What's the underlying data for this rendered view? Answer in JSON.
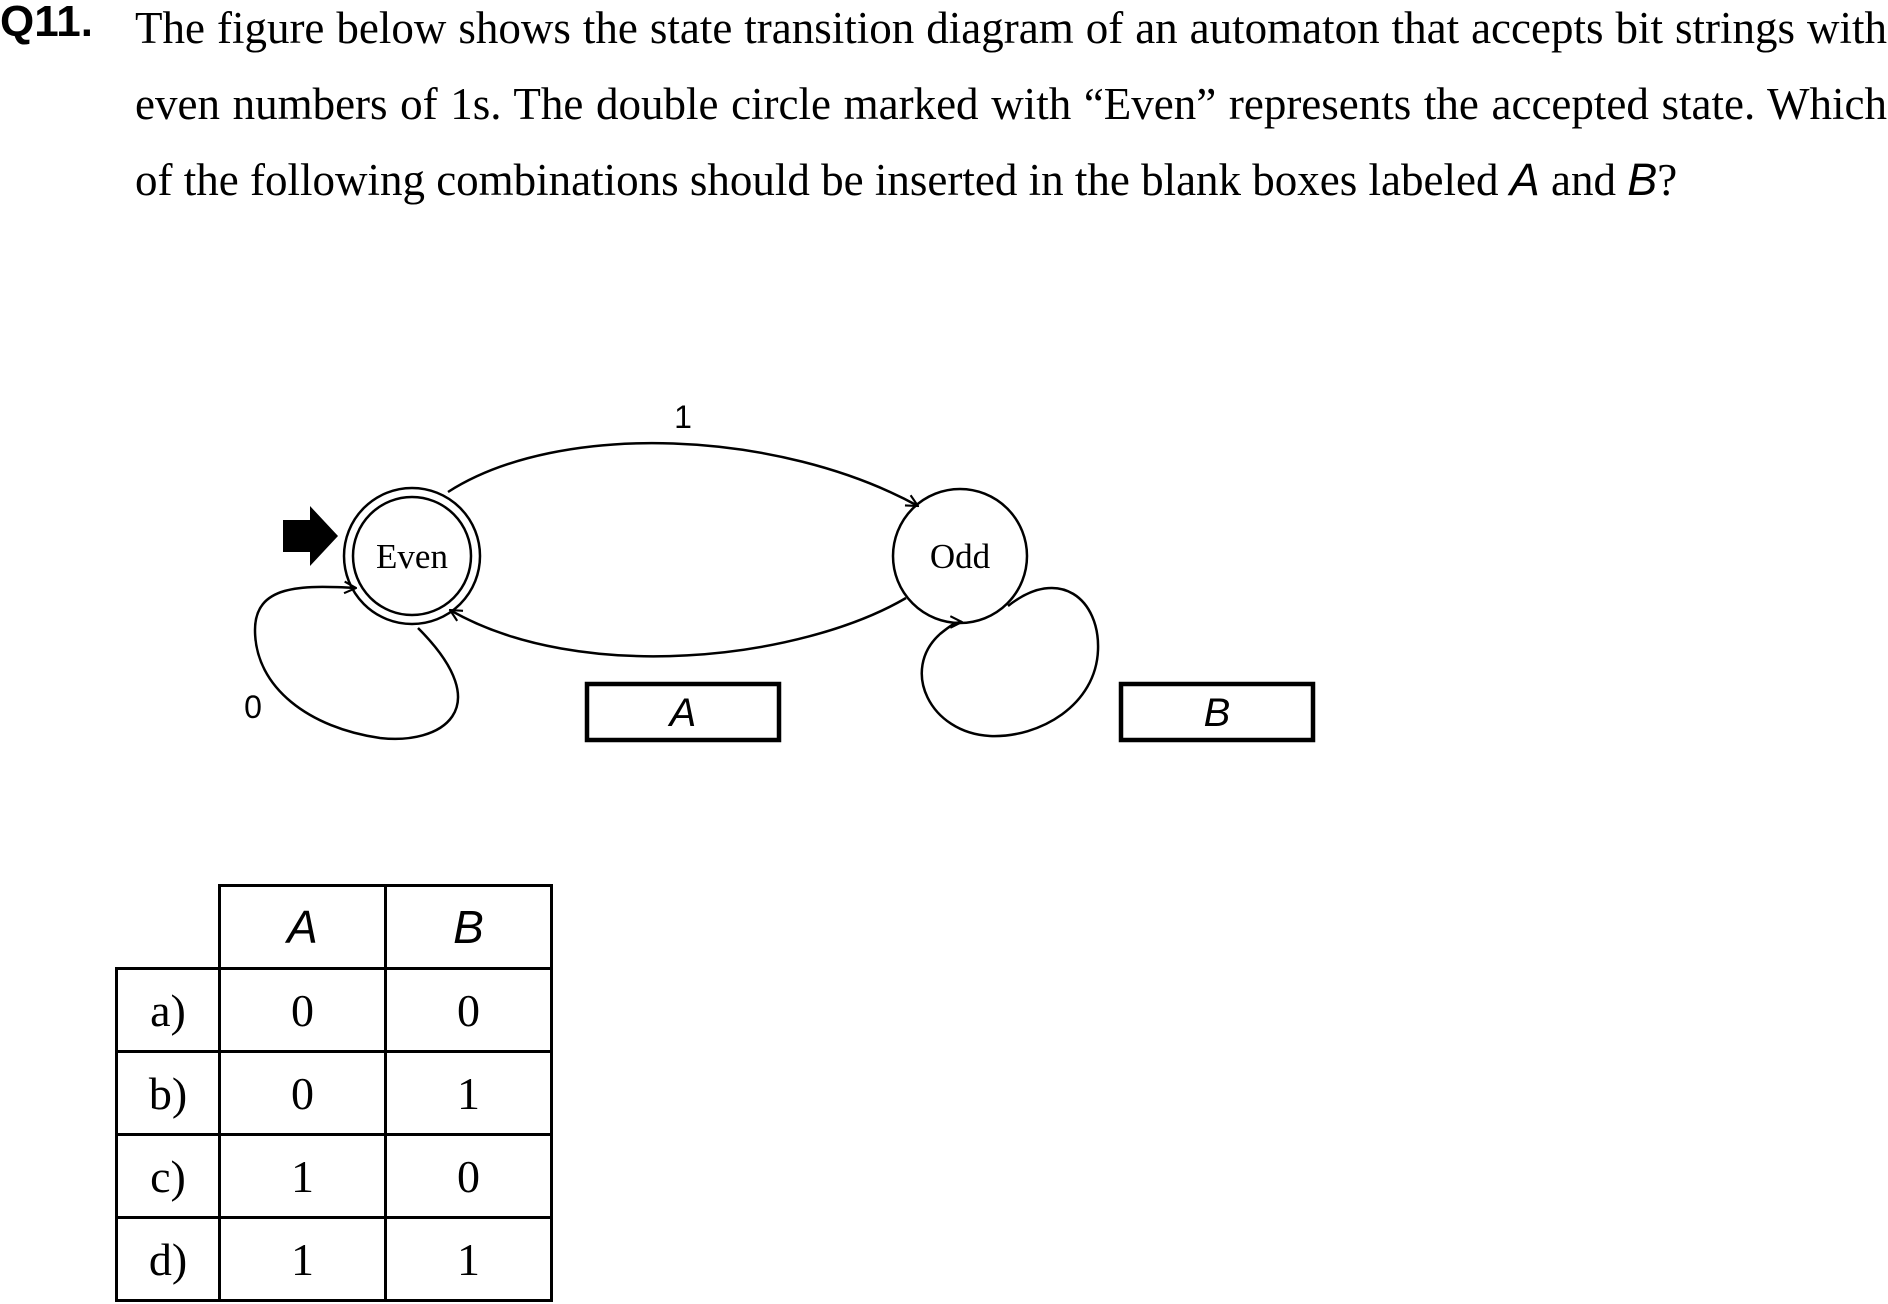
{
  "question": {
    "number": "Q11.",
    "text_part1": "The figure below shows the state transition diagram of an automaton that accepts bit strings with even numbers of 1s.   The double circle marked with “Even” represents the accepted state.   Which of the following combinations should be inserted in the blank boxes labeled ",
    "blank_a": "A",
    "text_and": " and ",
    "blank_b": "B",
    "text_end": "?"
  },
  "diagram": {
    "state_even": "Even",
    "state_odd": "Odd",
    "label_even_to_odd": "1",
    "label_even_self": "0",
    "box_a": "A",
    "box_b": "B"
  },
  "options_table": {
    "headers": [
      "A",
      "B"
    ],
    "rows": [
      {
        "label": "a)",
        "a": "0",
        "b": "0"
      },
      {
        "label": "b)",
        "a": "0",
        "b": "1"
      },
      {
        "label": "c)",
        "a": "1",
        "b": "0"
      },
      {
        "label": "d)",
        "a": "1",
        "b": "1"
      }
    ]
  }
}
